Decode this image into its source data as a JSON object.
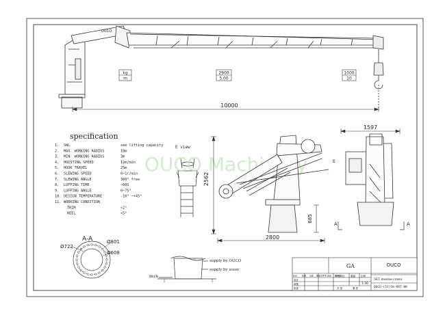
{
  "dimensions": {
    "load_table": [
      {
        "kg": "kg",
        "m": "m"
      },
      {
        "kg": "2900",
        "m": "5.00"
      },
      {
        "kg": "1000",
        "m": "10"
      }
    ],
    "overall_length": "10000",
    "height": "2562",
    "pedestal_height": "685",
    "base_length": "2800",
    "rear_width": "1597"
  },
  "watermark": "OUCO Machinery",
  "boom_label": "OUCO",
  "spec": {
    "title": "specification",
    "items": [
      {
        "n": "1.",
        "k": "SWL",
        "v": "see lifting capacity"
      },
      {
        "n": "2.",
        "k": "MAX. WORKING RADIUS",
        "v": "10m"
      },
      {
        "n": "3.",
        "k": "MIN. WORKING RADIUS",
        "v": "3m"
      },
      {
        "n": "4.",
        "k": "HOISTING SPEED",
        "v": "12m/min"
      },
      {
        "n": "5.",
        "k": "HOOK TRAVEL",
        "v": "25m"
      },
      {
        "n": "6.",
        "k": "SLEWING SPEED",
        "v": "0~1r/min"
      },
      {
        "n": "7.",
        "k": "SLEWING ANGLE",
        "v": "360° free"
      },
      {
        "n": "8.",
        "k": "LUFFING TIME",
        "v": "~60S"
      },
      {
        "n": "9.",
        "k": "LUFFING ANGLE",
        "v": "0~75°"
      },
      {
        "n": "10.",
        "k": "DESIGN TEMPERATURE",
        "v": "-10° ~+45°"
      },
      {
        "n": "11.",
        "k": "WORKING CONDITION",
        "v": ""
      },
      {
        "n": "",
        "k": "TRIM",
        "v": "<2°"
      },
      {
        "n": "",
        "k": "HEEL",
        "v": "<5°"
      }
    ]
  },
  "e_view": "E view",
  "section": {
    "title": "A-A",
    "d1": "Ø722",
    "d2": "Ø801",
    "d3": "Ø608"
  },
  "deck_detail": {
    "supply_ouco": "supply by OUCO",
    "supply_user": "supply by usser",
    "deck": "deck"
  },
  "markers": {
    "a": "A",
    "e": "E"
  },
  "title_block": {
    "ga": "GA",
    "company": "OUCO",
    "product": "5KT marine crane",
    "drawing_no": "OUCO-(5t)5m-KBT-00",
    "scale": "1:30",
    "row1": [
      "标记",
      "处数",
      "分区",
      "更改文件号",
      "签名",
      "年月日"
    ],
    "design": "设计",
    "check": "审核",
    "approve": "批准",
    "stage": "阶段标记",
    "weight": "重量",
    "ratio": "比例",
    "sheet": "共 张",
    "page": "第 张"
  }
}
